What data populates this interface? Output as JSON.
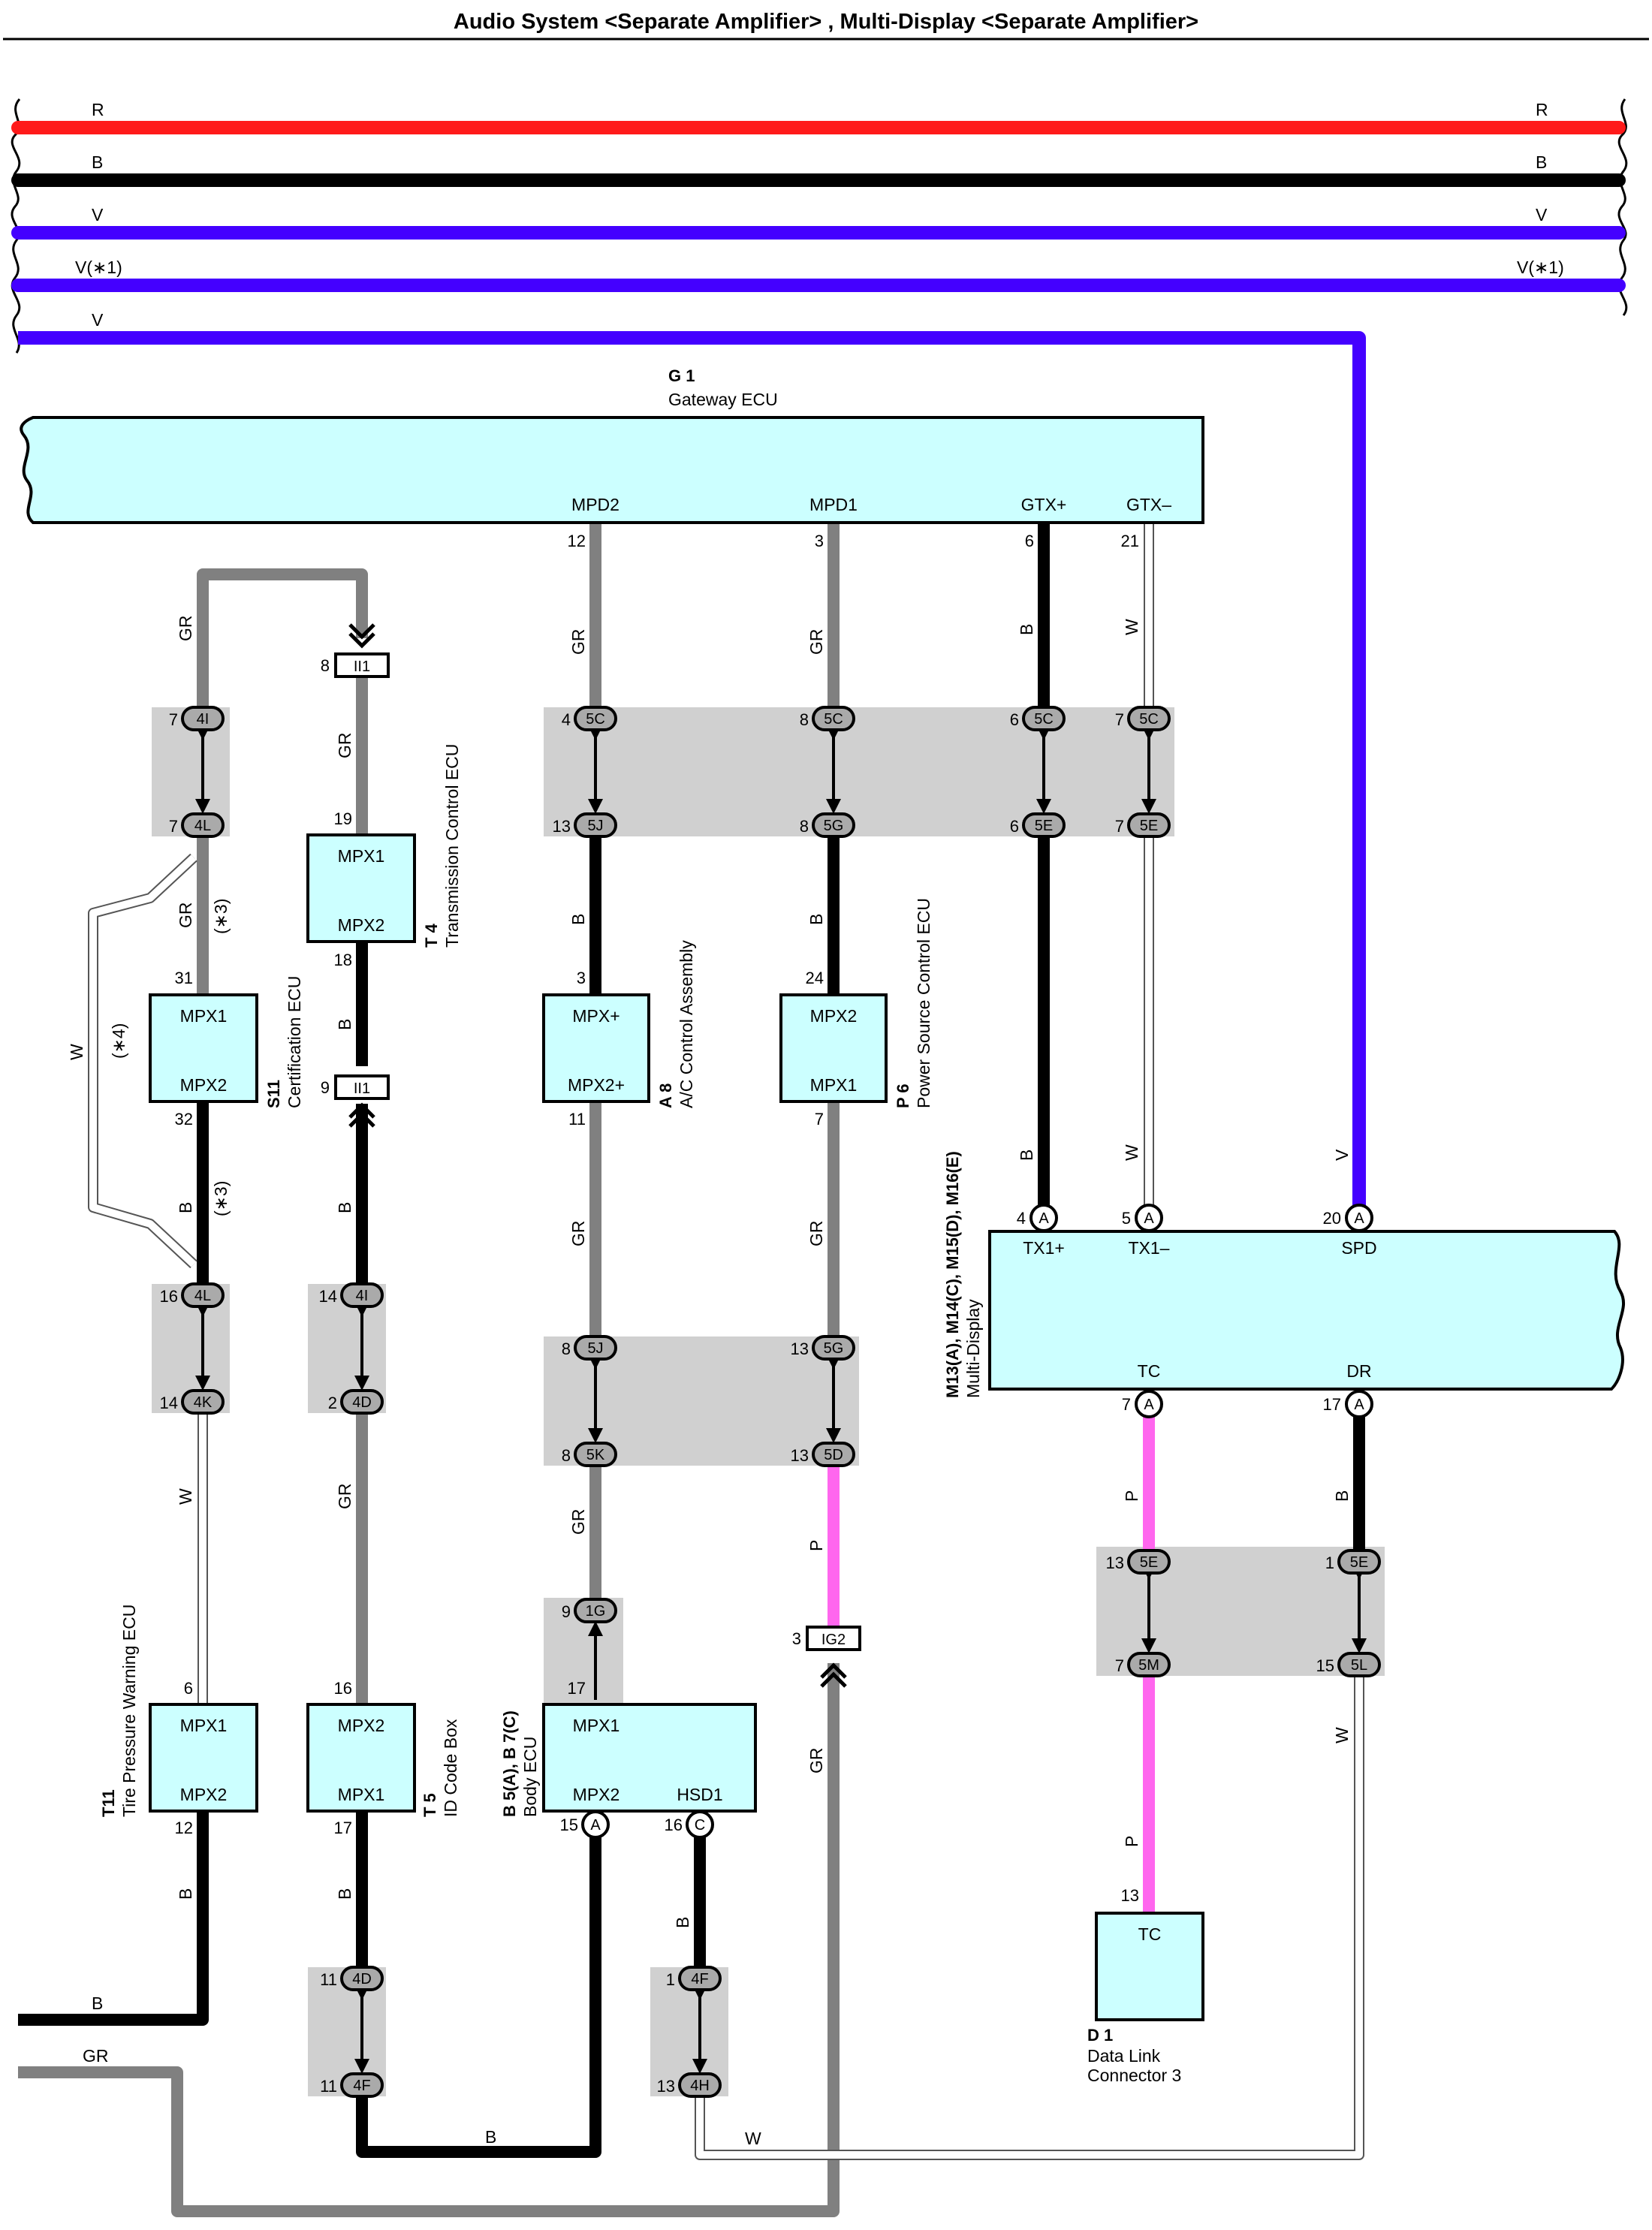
{
  "title": "Audio System <Separate Amplifier> , Multi-Display <Separate Amplifier>",
  "colors": {
    "R": "#ff1a1a",
    "B": "#000000",
    "V": "#4400ff",
    "GR": "#808080",
    "W": "#ffffff",
    "P": "#ff66ee",
    "ecu_fill": "#ccffff",
    "junction_fill": "#d0d0d0"
  },
  "bus": [
    {
      "left": "R",
      "right": "R"
    },
    {
      "left": "B",
      "right": "B"
    },
    {
      "left": "V",
      "right": "V"
    },
    {
      "left": "V(∗1)",
      "right": "V(∗1)"
    },
    {
      "left": "V"
    }
  ],
  "components": {
    "g1": {
      "code": "G 1",
      "name": "Gateway ECU",
      "pins": [
        "MPD2",
        "MPD1",
        "GTX+",
        "GTX–"
      ]
    },
    "s11": {
      "code": "S11",
      "name": "Certification ECU",
      "pins": [
        "MPX1",
        "MPX2"
      ]
    },
    "t4": {
      "code": "T 4",
      "name": "Transmission Control ECU",
      "pins": [
        "MPX1",
        "MPX2"
      ]
    },
    "a8": {
      "code": "A 8",
      "name": "A/C Control Assembly",
      "pins": [
        "MPX+",
        "MPX2+"
      ]
    },
    "p6": {
      "code": "P 6",
      "name": "Power Source Control ECU",
      "pins": [
        "MPX2",
        "MPX1"
      ]
    },
    "m13": {
      "code": "M13(A), M14(C), M15(D), M16(E)",
      "name": "Multi-Display",
      "pins": [
        "TX1+",
        "TX1–",
        "SPD",
        "TC",
        "DR"
      ]
    },
    "t11": {
      "code": "T11",
      "name": "Tire Pressure Warning ECU",
      "pins": [
        "MPX1",
        "MPX2"
      ]
    },
    "t5": {
      "code": "T 5",
      "name": "ID Code Box",
      "pins": [
        "MPX2",
        "MPX1"
      ]
    },
    "b5": {
      "code": "B 5(A), B 7(C)",
      "name": "Body ECU",
      "pins": [
        "MPX1",
        "MPX2",
        "HSD1"
      ]
    },
    "d1": {
      "code": "D 1",
      "name": "Data Link",
      "name2": "Connector 3",
      "pins": [
        "TC"
      ]
    }
  },
  "connectors": {
    "c_4I_a": "4I",
    "c_4L_a": "4L",
    "c_4L_b": "4L",
    "c_4K": "4K",
    "c_II1_a": "II1",
    "c_II1_b": "II1",
    "c_4I_b": "4I",
    "c_4D_a": "4D",
    "c_4D_b": "4D",
    "c_4F_a": "4F",
    "c_5C_1": "5C",
    "c_5C_2": "5C",
    "c_5C_3": "5C",
    "c_5C_4": "5C",
    "c_5J_a": "5J",
    "c_5G_a": "5G",
    "c_5E_1": "5E",
    "c_5E_2": "5E",
    "c_5J_b": "5J",
    "c_5K": "5K",
    "c_5G_b": "5G",
    "c_5D": "5D",
    "c_1G": "1G",
    "c_IG2": "IG2",
    "c_A_20": "A",
    "c_A_4": "A",
    "c_A_5": "A",
    "c_A_7": "A",
    "c_A_17": "A",
    "c_A_15": "A",
    "c_C_16": "C",
    "c_5E_3": "5E",
    "c_5E_4": "5E",
    "c_5M": "5M",
    "c_5L": "5L",
    "c_4F_b": "4F",
    "c_4H": "4H"
  },
  "pins": {
    "g1_12": "12",
    "g1_3": "3",
    "g1_6": "6",
    "g1_21": "21",
    "p_5C_4": "4",
    "p_5C_8": "8",
    "p_5C_6": "6",
    "p_5C_7": "7",
    "p_5J_13": "13",
    "p_5G_8": "8",
    "p_5E_6": "6",
    "p_5E_7": "7",
    "a8_3": "3",
    "a8_11": "11",
    "p6_24": "24",
    "p6_7": "7",
    "m_4": "4",
    "m_5": "5",
    "m_20": "20",
    "m_7": "7",
    "m_17": "17",
    "p_4I_7": "7",
    "p_4L_7": "7",
    "s11_31": "31",
    "s11_32": "32",
    "p_4L_16": "16",
    "p_4K_14": "14",
    "t11_6": "6",
    "t11_12": "12",
    "p_II1_8": "8",
    "t4_19": "19",
    "t4_18": "18",
    "p_II1_9": "9",
    "p_4I_14": "14",
    "p_4D_2": "2",
    "t5_16": "16",
    "t5_17": "17",
    "p_4D_11": "11",
    "p_4F_11": "11",
    "p_5J_8": "8",
    "p_5K_8": "8",
    "p_5G_13": "13",
    "p_5D_13": "13",
    "p_1G_9": "9",
    "b5_17": "17",
    "b5_15": "15",
    "b5_16": "16",
    "p_IG2_3": "3",
    "p_4F_1": "1",
    "p_4H_13": "13",
    "p_5E_13": "13",
    "p_5E_1": "1",
    "p_5M_7": "7",
    "p_5L_15": "15",
    "d1_13": "13"
  },
  "wire_labels": {
    "w_gr_1": "GR",
    "w_gr_2": "GR",
    "w_b_1": "B",
    "w_w_1": "W",
    "w_gr_3": "GR",
    "w_b_2": "B",
    "w_gr_4": "GR",
    "w_b_3": "B",
    "w_b_4": "B",
    "w_w_2": "W",
    "w_b_5": "B",
    "w_w_3": "W",
    "w_v_1": "V",
    "w_gr_5": "GR",
    "w_b_6": "B",
    "w_w_4": "W",
    "w_gr_6": "GR",
    "w_b_7": "B",
    "w_w_5": "W",
    "w_b_8": "B",
    "w_gr_7": "GR",
    "w_gr_8": "GR",
    "w_gr_9": "GR",
    "w_p_1": "P",
    "w_gr_10": "GR",
    "w_b_9": "B",
    "w_w_6": "W",
    "w_b_10": "B",
    "w_p_2": "P",
    "w_p_3": "P",
    "w_b_11": "B",
    "w_w_7": "W",
    "w_b_left": "B",
    "w_gr_left": "GR"
  },
  "notes": {
    "n3a": "(∗3)",
    "n3b": "(∗3)",
    "n4": "(∗4)"
  }
}
